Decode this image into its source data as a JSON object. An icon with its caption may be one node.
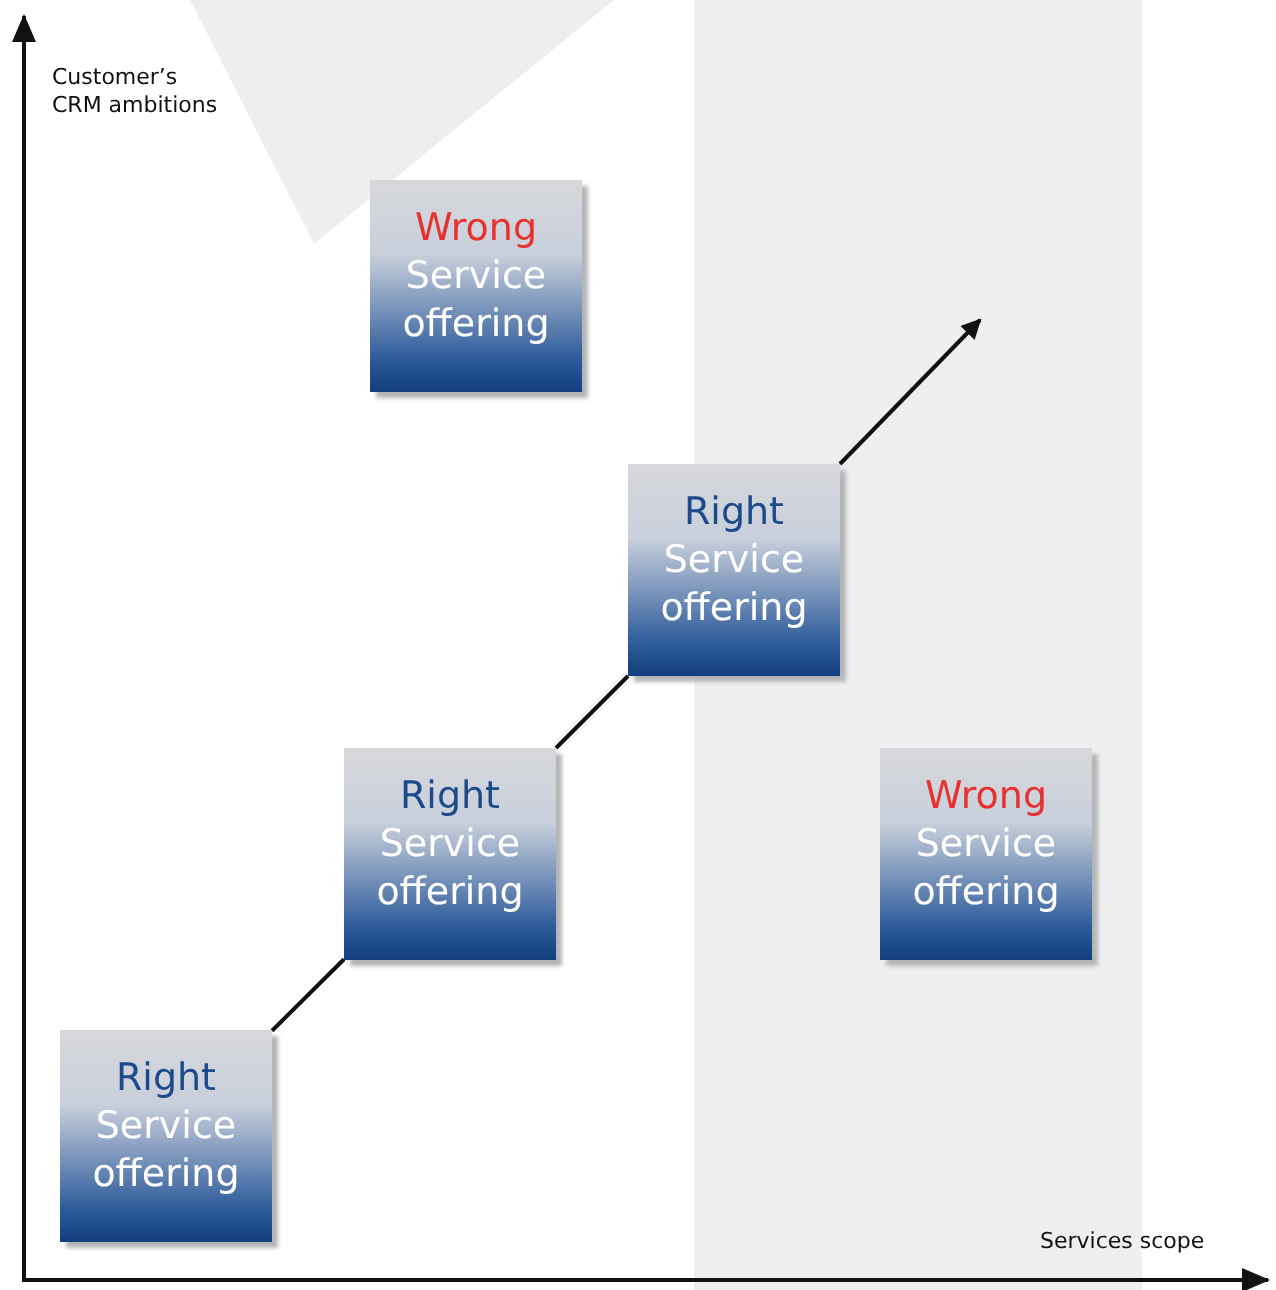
{
  "diagram": {
    "nodes": [
      {
        "text": [
          "Wrong",
          "Service offering"
        ]
      },
      {
        "text": [
          "Right",
          "Service offering"
        ]
      },
      {
        "text": [
          "Right",
          "Service offering"
        ]
      },
      {
        "text": [
          "Wrong",
          "Service offering"
        ]
      },
      {
        "text": [
          "Right",
          "Service offering"
        ]
      }
    ],
    "edges": [
      {
        "from": 4,
        "to": 2,
        "arrow": "none"
      },
      {
        "from": 2,
        "to": 1,
        "arrow": "none"
      },
      {
        "from": 1,
        "to": null,
        "arrow": "to"
      }
    ],
    "labels": [
      "Customer’s CRM ambitions",
      "Services scope"
    ]
  }
}
